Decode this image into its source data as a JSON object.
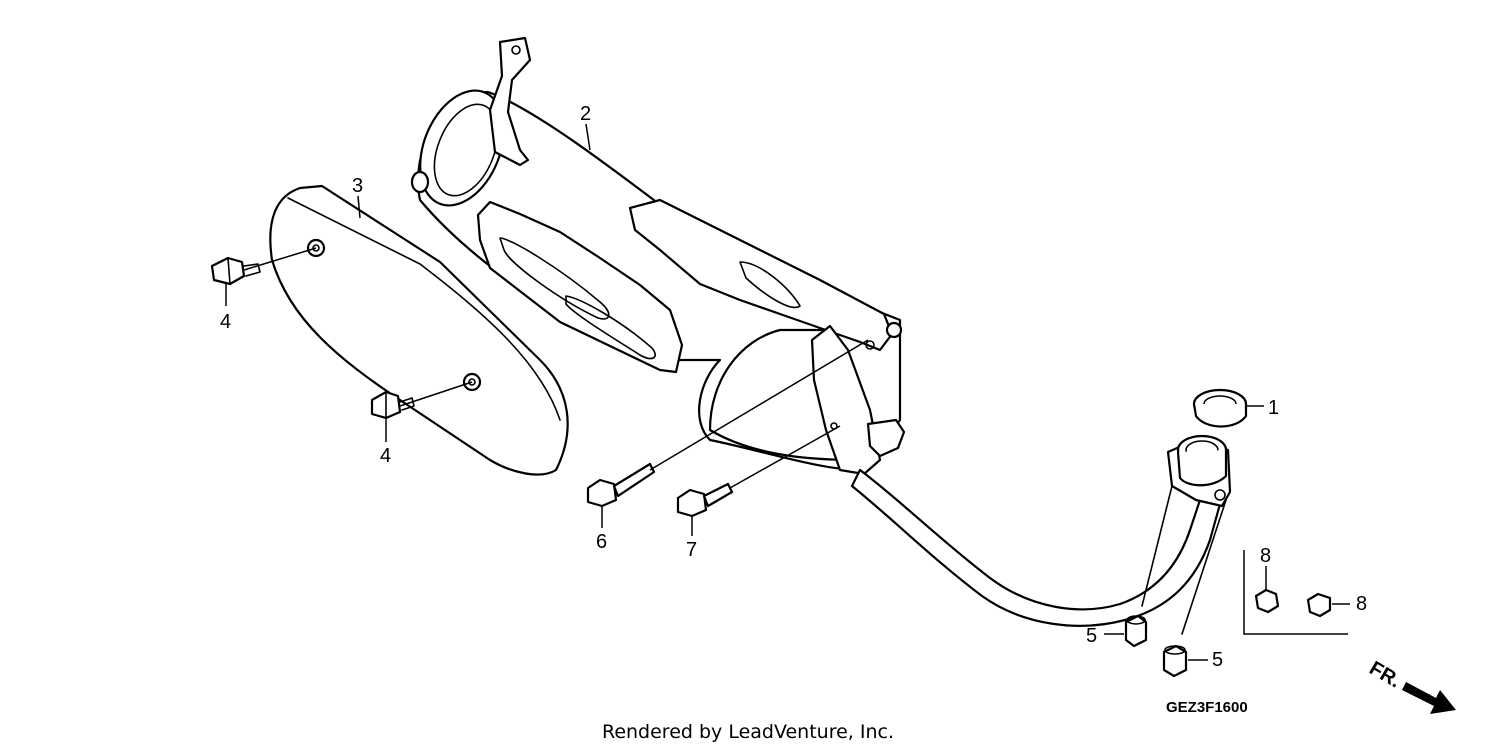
{
  "diagram": {
    "callouts": {
      "c1": "1",
      "c2": "2",
      "c3": "3",
      "c4a": "4",
      "c4b": "4",
      "c5a": "5",
      "c5b": "5",
      "c6": "6",
      "c7": "7",
      "c8a": "8",
      "c8b": "8"
    },
    "diagram_code": "GEZ3F1600",
    "front_indicator": "FR.",
    "credit": "Rendered by LeadVenture, Inc."
  },
  "colors": {
    "line": "#000000",
    "background": "#ffffff"
  }
}
